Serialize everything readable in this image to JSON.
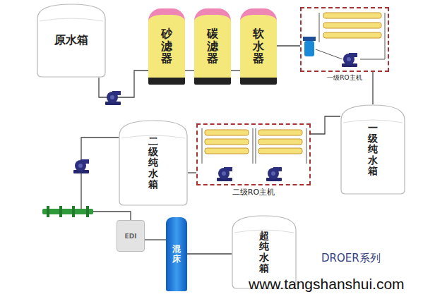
{
  "diagram": {
    "nodes": [
      {
        "text": [
          "原水箱"
        ]
      },
      {
        "text": [
          "砂滤器"
        ]
      },
      {
        "text": [
          "碳滤器"
        ]
      },
      {
        "text": [
          "软水器"
        ]
      },
      {
        "text": [
          "一级RO主机"
        ]
      },
      {
        "text": [
          "一级纯水箱"
        ]
      },
      {
        "text": [
          "二级RO主机"
        ]
      },
      {
        "text": [
          "二级纯水箱"
        ]
      },
      {
        "text": [
          "EDI"
        ]
      },
      {
        "text": [
          "混床"
        ]
      },
      {
        "text": [
          "超纯水箱"
        ]
      }
    ],
    "edges": [
      {
        "from": 0,
        "to": 1,
        "arrow": "none"
      },
      {
        "from": 1,
        "to": 2,
        "arrow": "none"
      },
      {
        "from": 2,
        "to": 3,
        "arrow": "none"
      },
      {
        "from": 3,
        "to": 4,
        "arrow": "none"
      },
      {
        "from": 4,
        "to": 5,
        "arrow": "none"
      },
      {
        "from": 5,
        "to": 6,
        "arrow": "none"
      },
      {
        "from": 6,
        "to": 7,
        "arrow": "none"
      },
      {
        "from": 7,
        "to": 8,
        "arrow": "none"
      },
      {
        "from": 8,
        "to": 9,
        "arrow": "none"
      },
      {
        "from": 9,
        "to": 10,
        "arrow": "none"
      }
    ],
    "labels": [
      "DROER系列",
      "www.tangshanshui.com"
    ]
  }
}
